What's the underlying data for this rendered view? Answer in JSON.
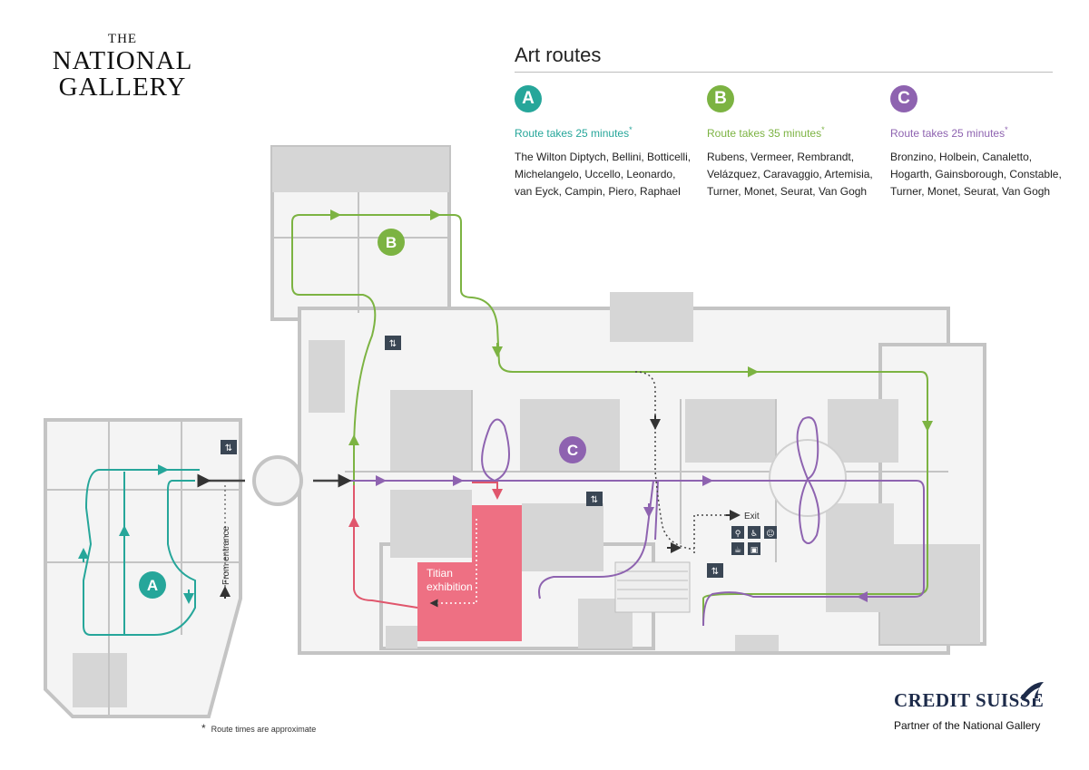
{
  "header": {
    "logo_the": "THE",
    "logo_line1": "NATIONAL",
    "logo_line2": "GALLERY",
    "routes_title": "Art routes"
  },
  "routes": [
    {
      "letter": "A",
      "takes": "Route takes 25 minutes",
      "star": "*",
      "artists": "The Wilton Diptych, Bellini, Botticelli, Michelangelo, Uccello, Leonardo, van Eyck, Campin, Piero, Raphael",
      "color": "#26a69a"
    },
    {
      "letter": "B",
      "takes": "Route takes 35 minutes",
      "star": "*",
      "artists": "Rubens, Vermeer, Rembrandt, Velázquez, Caravaggio, Artemisia, Turner, Monet, Seurat, Van Gogh",
      "color": "#7cb342"
    },
    {
      "letter": "C",
      "takes": "Route takes 25 minutes",
      "star": "*",
      "artists": "Bronzino, Holbein, Canaletto, Hogarth, Gainsborough, Constable, Turner, Monet, Seurat, Van Gogh",
      "color": "#8e63b0"
    }
  ],
  "map": {
    "route_a_label": "A",
    "route_b_label": "B",
    "route_c_label": "C",
    "from_entrance": "From entrance",
    "exit": "Exit",
    "exhibition_line1": "Titian",
    "exhibition_line2": "exhibition",
    "exhibition_color": "#ee7083",
    "lift_icon": "lift-icon",
    "facility_icons": [
      "toilets-icon",
      "accessible-icon",
      "baby-change-icon",
      "cafe-icon",
      "shop-icon"
    ]
  },
  "footer": {
    "footnote_star": "*",
    "footnote": "Route times are approximate",
    "sponsor_brand": "CREDIT SUISSE",
    "sponsor_partner": "Partner of the National Gallery"
  }
}
